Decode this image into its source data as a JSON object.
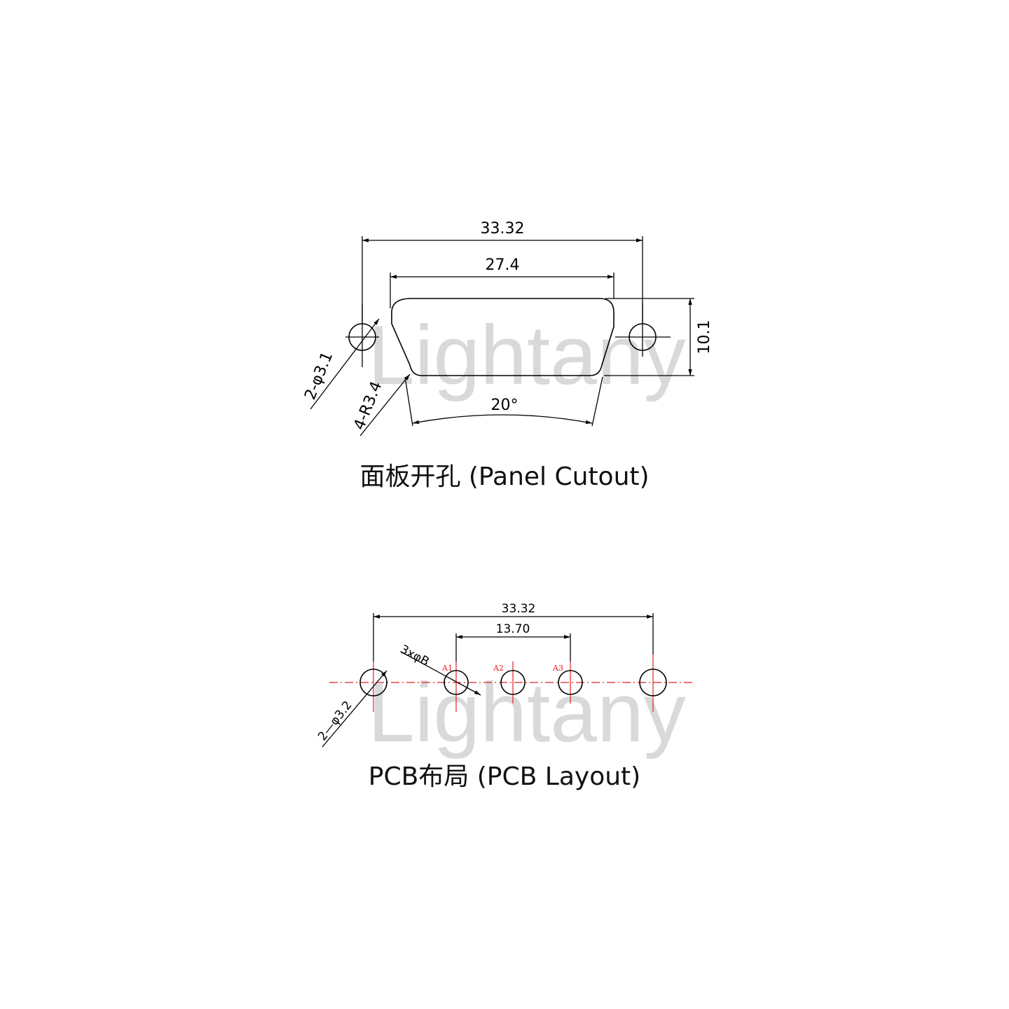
{
  "watermark": "Lightany",
  "panel": {
    "caption": "面板开孔 (Panel Cutout)",
    "dim_overall": "33.32",
    "dim_shell": "27.4",
    "dim_height": "10.1",
    "dim_angle": "20°",
    "label_holes": "2-φ3.1",
    "label_radius": "4-R3.4"
  },
  "pcb": {
    "caption": "PCB布局 (PCB Layout)",
    "dim_overall": "33.32",
    "dim_pitch": "13.70",
    "label_pins": "3xφB",
    "label_holes": "2—φ3.2",
    "pins": [
      "A1",
      "A2",
      "A3"
    ]
  },
  "colors": {
    "line": "#000000",
    "centerline": "#e02020",
    "watermark": "#d9d9d9"
  }
}
